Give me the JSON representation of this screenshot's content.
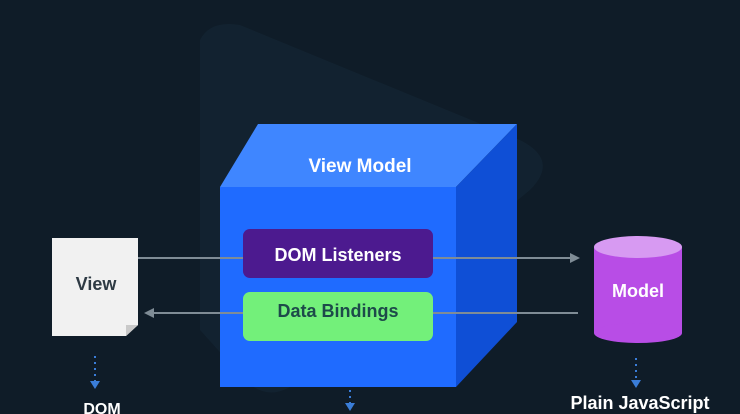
{
  "diagram": {
    "view": {
      "label": "View",
      "caption": "DOM"
    },
    "view_model": {
      "label": "View Model",
      "dom_listeners": "DOM Listeners",
      "data_bindings": "Data Bindings"
    },
    "model": {
      "label": "Model",
      "caption": "Plain JavaScript"
    }
  },
  "colors": {
    "background": "#0f1c28",
    "cube_front": "#1f6bff",
    "cube_top": "#3f86ff",
    "cube_side": "#0f4fd6",
    "dom_listeners_bg": "#4c1a8f",
    "data_bindings_bg": "#73f07a",
    "model_cylinder": "#b84de6",
    "model_top": "#d79af2",
    "view_page": "#f1f1f1",
    "arrow": "#7f8c96",
    "dotted_arrow": "#3a7dd8"
  }
}
